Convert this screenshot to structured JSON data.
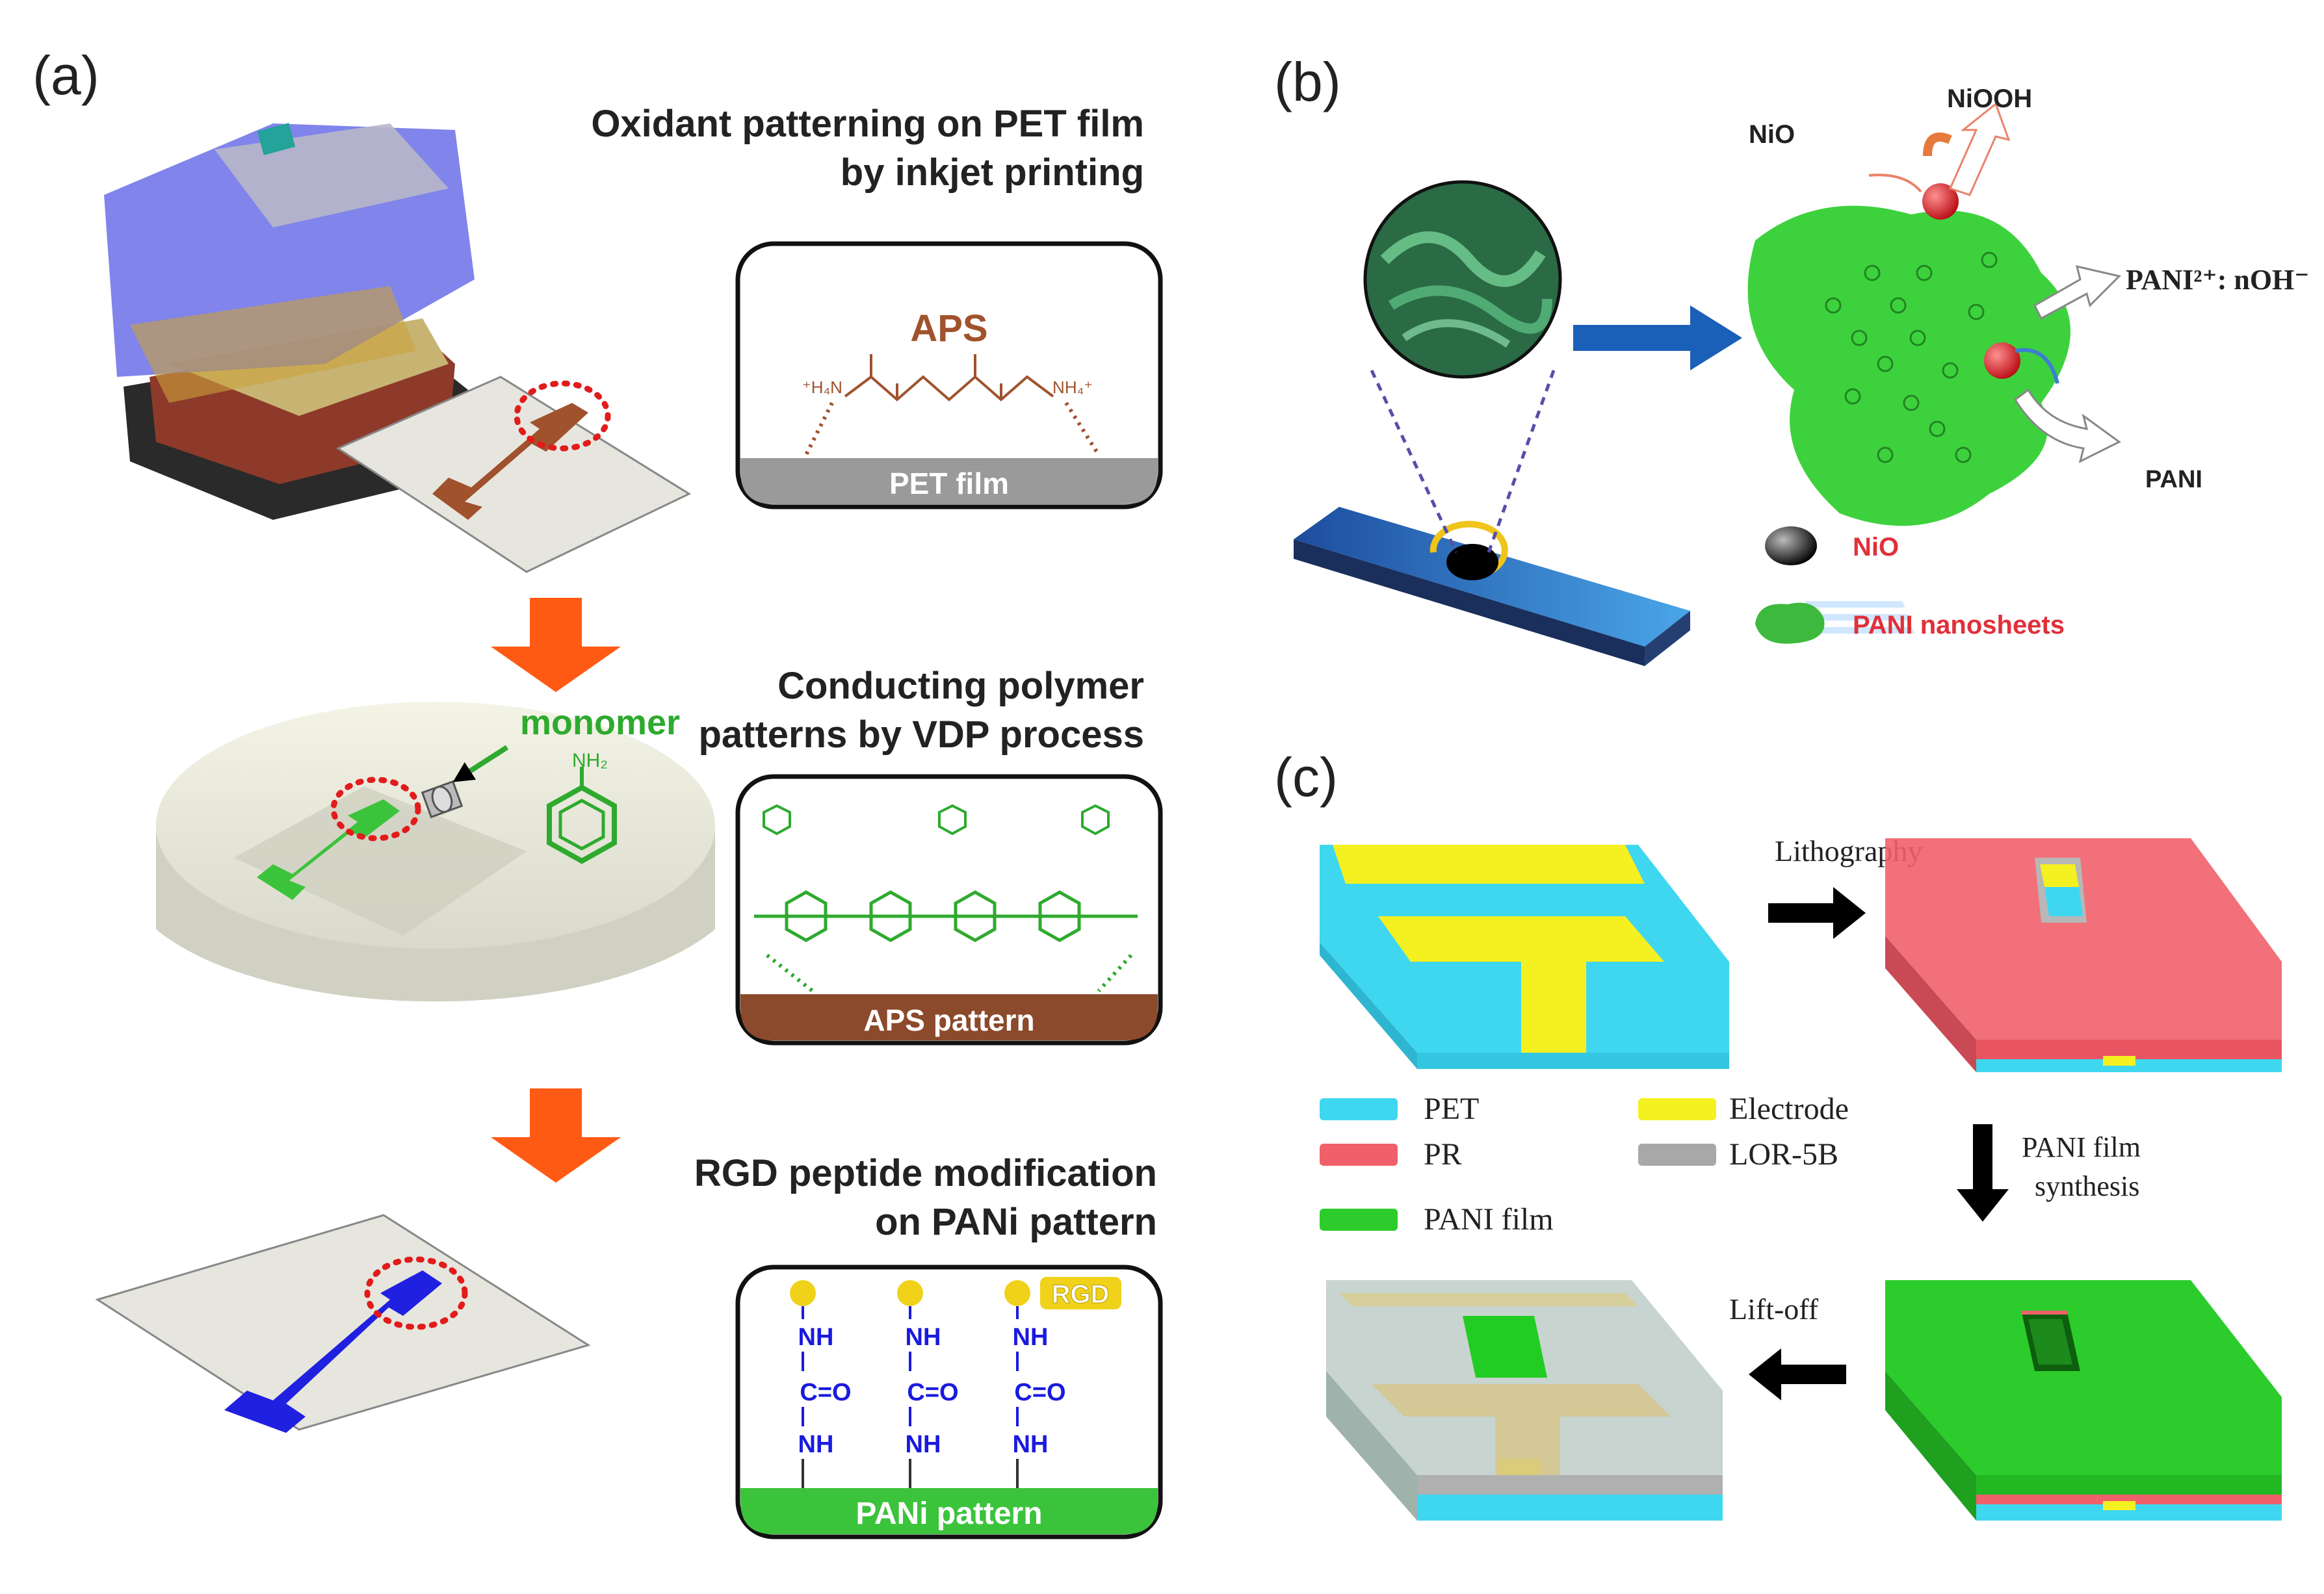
{
  "panel_a": {
    "label": "(a)",
    "step1_title_line1": "Oxidant patterning on PET film",
    "step1_title_line2": "by inkjet printing",
    "step1_box_top": "APS",
    "step1_left_ion": "⁺H₄N",
    "step1_right_ion": "NH₄⁺",
    "step1_box_bottom": "PET film",
    "monomer_label": "monomer",
    "monomer_group": "NH₂",
    "step2_title_line1": "Conducting polymer",
    "step2_title_line2": "patterns by VDP process",
    "step2_box_bottom": "APS pattern",
    "step3_title_line1": "RGD peptide modification",
    "step3_title_line2": "on PANi pattern",
    "step3_rgd": "RGD",
    "step3_nh": "NH",
    "step3_co": "C=O",
    "step3_box_bottom": "PANi pattern",
    "colors": {
      "arrow": "#ff5a14",
      "aps": "#a0522d",
      "pet": "#9a9a9a",
      "pani_green": "#3cc33c",
      "peptide_blue": "#1a1adf"
    }
  },
  "panel_b": {
    "label": "(b)",
    "nio_top": "NiO",
    "niooh": "NiOOH",
    "pani_charge": "PANI²⁺: nOH⁻",
    "pani": "PANI",
    "legend_nio": "NiO",
    "legend_nanosheets": "PANI nanosheets",
    "colors": {
      "sheet": "#3dd23d",
      "legend_text": "#e0303a"
    }
  },
  "panel_c": {
    "label": "(c)",
    "lithography": "Lithography",
    "pani_synthesis_line1": "PANI film",
    "pani_synthesis_line2": "synthesis",
    "lift_off": "Lift-off",
    "legend": [
      {
        "name": "PET",
        "color": "#3fd7f0"
      },
      {
        "name": "Electrode",
        "color": "#f5f020"
      },
      {
        "name": "PR",
        "color": "#f0606a"
      },
      {
        "name": "LOR-5B",
        "color": "#a8a8a8"
      },
      {
        "name": "PANI film",
        "color": "#2ccc2c"
      }
    ]
  }
}
